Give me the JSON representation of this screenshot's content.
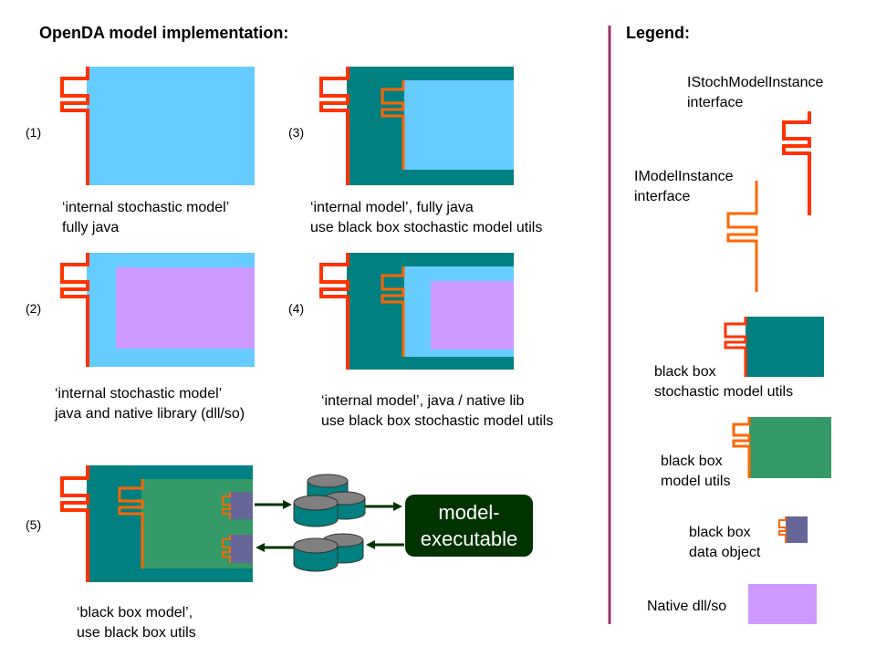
{
  "title": "OpenDA model implementation:",
  "legend_title": "Legend:",
  "colors": {
    "light_blue": "#66ccff",
    "teal": "#008080",
    "green": "#339966",
    "lilac": "#cc99ff",
    "data_object": "#666699",
    "stoch_interface": "#ff3300",
    "model_interface": "#ff6600",
    "divider": "#993366",
    "executable_bg": "#003300"
  },
  "cases": [
    {
      "id": "(1)",
      "caption": [
        "‘internal stochastic model’",
        "fully java"
      ]
    },
    {
      "id": "(2)",
      "caption": [
        "‘internal stochastic model’",
        "java and native library (dll/so)"
      ]
    },
    {
      "id": "(3)",
      "caption": [
        "‘internal model’, fully java",
        "use black box stochastic model utils"
      ]
    },
    {
      "id": "(4)",
      "caption": [
        "‘internal model’, java / native lib",
        "use black box stochastic model utils"
      ]
    },
    {
      "id": "(5)",
      "caption": [
        "‘black box model’,",
        "use black box utils"
      ]
    }
  ],
  "executable": [
    "model-",
    "executable"
  ],
  "legend": {
    "stoch_interface": [
      "IStochModelInstance",
      "interface"
    ],
    "model_interface": [
      "IModelInstance",
      "interface"
    ],
    "bb_stoch_utils": [
      "black box",
      "stochastic model utils"
    ],
    "bb_model_utils": [
      "black box",
      "model utils"
    ],
    "bb_data_object": [
      "black box",
      "data object"
    ],
    "native": "Native dll/so"
  }
}
